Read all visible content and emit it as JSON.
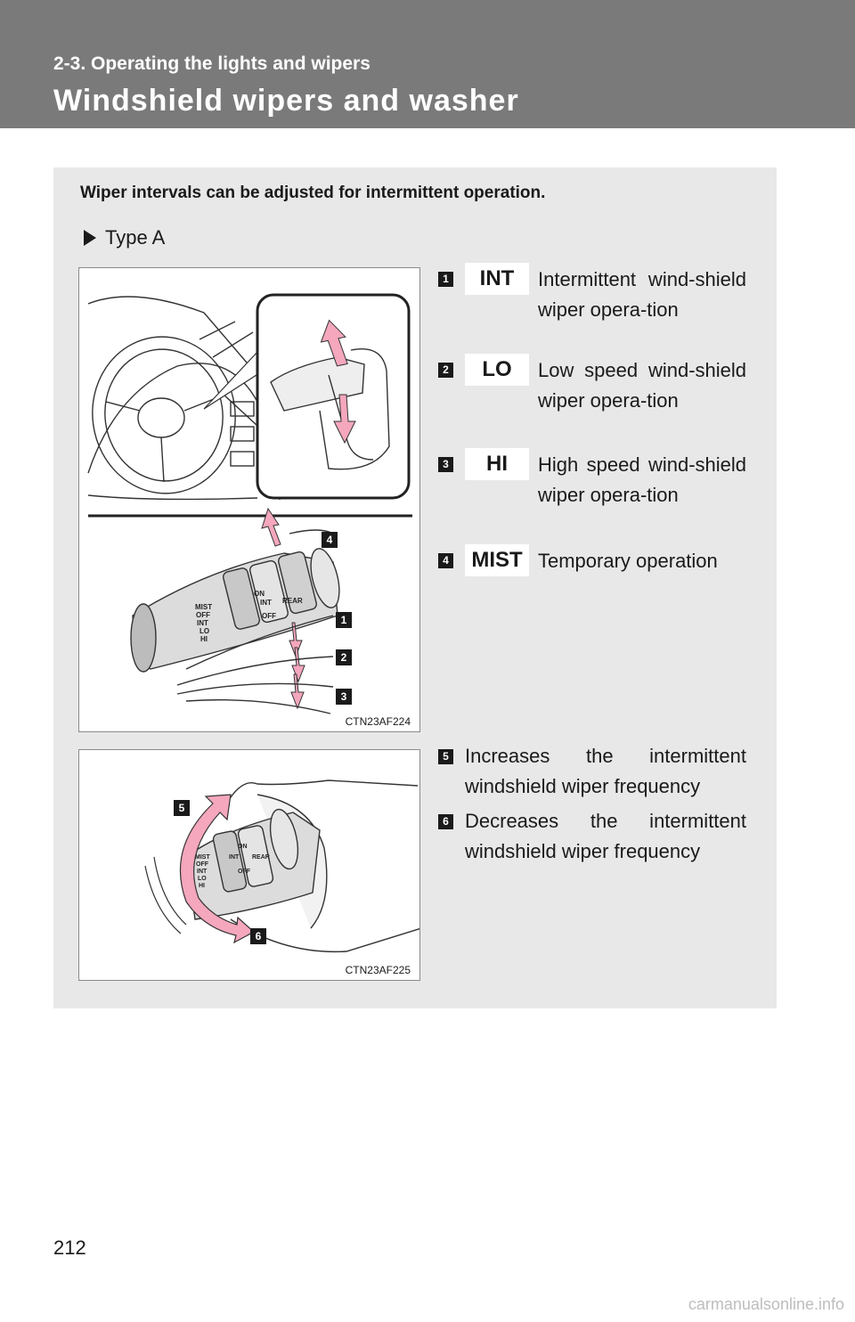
{
  "header": {
    "section": "2-3. Operating the lights and wipers",
    "title": "Windshield wipers and washer"
  },
  "intro": "Wiper intervals can be adjusted for intermittent operation.",
  "type_label": "Type A",
  "figure1": {
    "code": "CTN23AF224",
    "switch_labels": [
      "MIST",
      "OFF",
      "INT",
      "LO",
      "HI",
      "ON",
      "INT",
      "OFF",
      "REAR"
    ]
  },
  "figure2": {
    "code": "CTN23AF225",
    "switch_labels": [
      "MIST",
      "OFF",
      "INT",
      "LO",
      "HI",
      "ON",
      "INT",
      "OFF",
      "REAR"
    ]
  },
  "items": [
    {
      "num": "1",
      "badge": "INT",
      "text": "Intermittent wind-shield wiper opera-tion"
    },
    {
      "num": "2",
      "badge": "LO",
      "text": "Low speed wind-shield wiper opera-tion"
    },
    {
      "num": "3",
      "badge": "HI",
      "text": "High speed wind-shield wiper opera-tion"
    },
    {
      "num": "4",
      "badge": "MIST",
      "text": "Temporary operation"
    }
  ],
  "items2": [
    {
      "num": "5",
      "text": "Increases the intermittent windshield wiper frequency"
    },
    {
      "num": "6",
      "text": "Decreases the intermittent windshield wiper frequency"
    }
  ],
  "page_number": "212",
  "watermark": "carmanualsonline.info",
  "colors": {
    "header_bg": "#7a7a7a",
    "panel_bg": "#e8e8e8",
    "arrow_pink": "#f4a7bd"
  }
}
